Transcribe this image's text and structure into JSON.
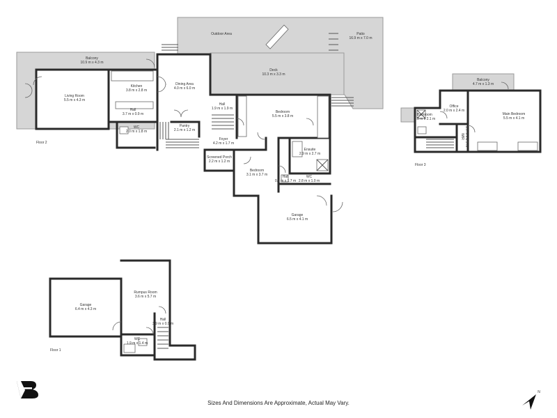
{
  "floors": {
    "floor1": "Floor 1",
    "floor2": "Floor 2",
    "floor3": "Floor 3"
  },
  "rooms": {
    "outdoor_area": {
      "name": "Outdoor Area",
      "dims": ""
    },
    "patio": {
      "name": "Patio",
      "dims": "16.9 m x 7.0 m"
    },
    "balcony_f2": {
      "name": "Balcony",
      "dims": "10.9 m x 4.3 m"
    },
    "deck": {
      "name": "Deck",
      "dims": "10.3 m x 3.3 m"
    },
    "living_room": {
      "name": "Living Room",
      "dims": "5.5 m x 4.3 m"
    },
    "kitchen": {
      "name": "Kitchen",
      "dims": "3.8 m x 2.8 m"
    },
    "dining_area": {
      "name": "Dining Area",
      "dims": "4.0 m x 6.0 m"
    },
    "hall_f2_left": {
      "name": "Hall",
      "dims": "3.7 m x 0.9 m"
    },
    "wc_f2": {
      "name": "WC",
      "dims": "2.0 m x 1.8 m"
    },
    "pantry": {
      "name": "Pantry",
      "dims": "2.1 m x 1.2 m"
    },
    "hall_f2_mid": {
      "name": "Hall",
      "dims": "1.9 m x 1.9 m"
    },
    "foyer": {
      "name": "Foyer",
      "dims": "4.2 m x 1.7 m"
    },
    "screened_porch": {
      "name": "Screened Porch",
      "dims": "2.2 m x 1.2 m"
    },
    "bedroom_1": {
      "name": "Bedroom",
      "dims": "5.5 m x 3.8 m"
    },
    "ensuite": {
      "name": "Ensuite",
      "dims": "2.9 m x 2.7 m"
    },
    "bedroom_2": {
      "name": "Bedroom",
      "dims": "3.1 m x 3.7 m"
    },
    "hall_f2_small": {
      "name": "Hall",
      "dims": "0.9 m x 1.7 m"
    },
    "wc_f2_right": {
      "name": "WC",
      "dims": "2.8 m x 1.0 m"
    },
    "garage_f2": {
      "name": "Garage",
      "dims": "6.5 m x 4.1 m"
    },
    "balcony_f3": {
      "name": "Balcony",
      "dims": "4.7 m x 1.3 m"
    },
    "office": {
      "name": "Office",
      "dims": "2.0 m x 2.4 m"
    },
    "main_bedroom": {
      "name": "Main Bedroom",
      "dims": "5.5 m x 4.1 m"
    },
    "bathroom_f3": {
      "name": "Bathroom",
      "dims": "2.9 m x 2.1 m"
    },
    "wir": {
      "name": "WIR",
      "dims": "1.0 m x 2.5 m"
    },
    "garage_f1": {
      "name": "Garage",
      "dims": "6.4 m x 4.3 m"
    },
    "rumpus_room": {
      "name": "Rumpus Room",
      "dims": "3.6 m x 5.7 m"
    },
    "hall_f1": {
      "name": "Hall",
      "dims": "3.9 m x 0.9 m"
    },
    "wc_f1": {
      "name": "WC",
      "dims": "1.9 m x 1.4 m"
    }
  },
  "footer": {
    "disclaimer": "Sizes And Dimensions Are Approximate, Actual May Vary."
  },
  "icons": {
    "logo": "brand-logo-icon",
    "north": "north-arrow-icon",
    "north_letter": "N"
  }
}
